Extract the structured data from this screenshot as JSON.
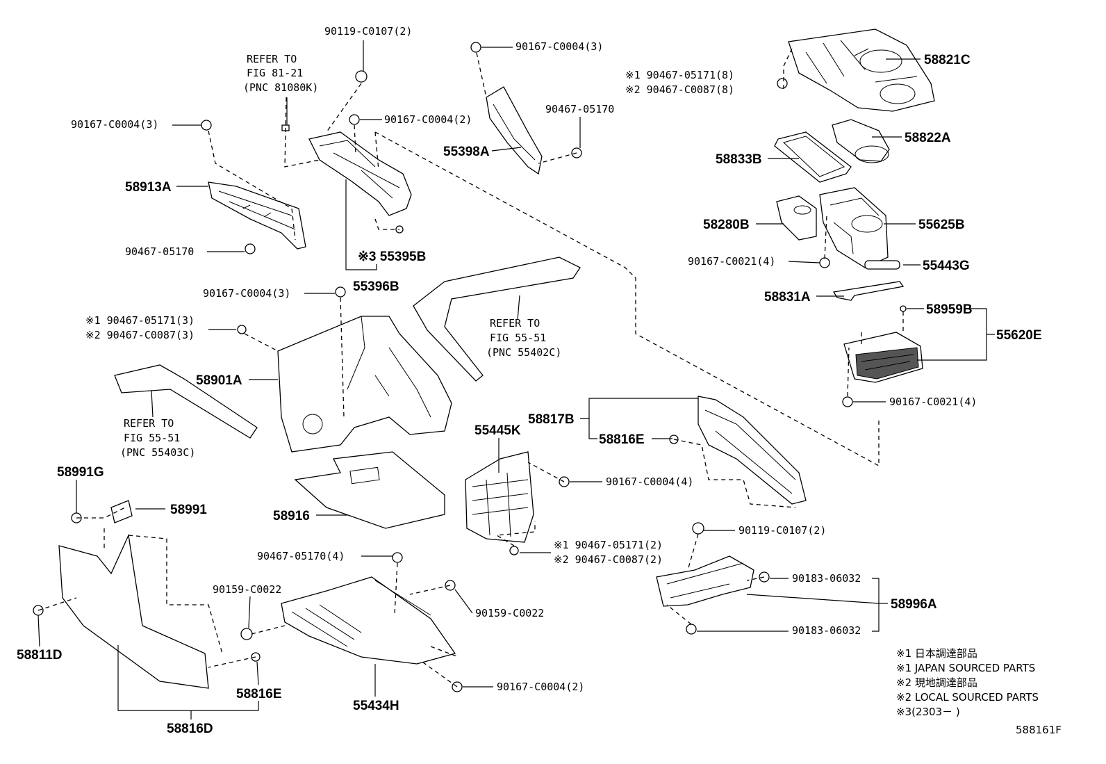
{
  "callouts": [
    {
      "id": "c01",
      "text": "90119-C0107(2)"
    },
    {
      "id": "c02",
      "text": "REFER TO"
    },
    {
      "id": "c03",
      "text": "FIG 81-21"
    },
    {
      "id": "c04",
      "text": "(PNC 81080K)"
    },
    {
      "id": "c05",
      "text": "90167-C0004(3)"
    },
    {
      "id": "c06",
      "text": "90467-05170"
    },
    {
      "id": "c07",
      "text": "※1 90467-05171(8)"
    },
    {
      "id": "c08",
      "text": "※2 90467-C0087(8)"
    },
    {
      "id": "c09",
      "text": "58821C"
    },
    {
      "id": "c10",
      "text": "90167-C0004(3)"
    },
    {
      "id": "c11",
      "text": "90167-C0004(2)"
    },
    {
      "id": "c12",
      "text": "55398A"
    },
    {
      "id": "c13",
      "text": "58822A"
    },
    {
      "id": "c14",
      "text": "58833B"
    },
    {
      "id": "c15",
      "text": "58913A"
    },
    {
      "id": "c16",
      "text": "58280B"
    },
    {
      "id": "c17",
      "text": "55625B"
    },
    {
      "id": "c18",
      "text": "90467-05170"
    },
    {
      "id": "c19",
      "text": "※3 55395B"
    },
    {
      "id": "c20",
      "text": "90167-C0021(4)"
    },
    {
      "id": "c21",
      "text": "55443G"
    },
    {
      "id": "c22",
      "text": "55396B"
    },
    {
      "id": "c23",
      "text": "58831A"
    },
    {
      "id": "c24",
      "text": "90167-C0004(3)"
    },
    {
      "id": "c25",
      "text": "58959B"
    },
    {
      "id": "c26",
      "text": "REFER TO"
    },
    {
      "id": "c27",
      "text": "FIG 55-51"
    },
    {
      "id": "c28",
      "text": "(PNC 55402C)"
    },
    {
      "id": "c29",
      "text": "※1 90467-05171(3)"
    },
    {
      "id": "c30",
      "text": "※2 90467-C0087(3)"
    },
    {
      "id": "c31",
      "text": "55620E"
    },
    {
      "id": "c32",
      "text": "58901A"
    },
    {
      "id": "c33",
      "text": "90167-C0021(4)"
    },
    {
      "id": "c34",
      "text": "REFER TO"
    },
    {
      "id": "c35",
      "text": "FIG 55-51"
    },
    {
      "id": "c36",
      "text": "(PNC 55403C)"
    },
    {
      "id": "c37",
      "text": "58817B"
    },
    {
      "id": "c38",
      "text": "55445K"
    },
    {
      "id": "c39",
      "text": "58816E"
    },
    {
      "id": "c40",
      "text": "58991G"
    },
    {
      "id": "c41",
      "text": "90167-C0004(4)"
    },
    {
      "id": "c42",
      "text": "58991"
    },
    {
      "id": "c43",
      "text": "58916"
    },
    {
      "id": "c44",
      "text": "90119-C0107(2)"
    },
    {
      "id": "c45",
      "text": "※1 90467-05171(2)"
    },
    {
      "id": "c46",
      "text": "※2 90467-C0087(2)"
    },
    {
      "id": "c47",
      "text": "90467-05170(4)"
    },
    {
      "id": "c48",
      "text": "90183-06032"
    },
    {
      "id": "c49",
      "text": "90159-C0022"
    },
    {
      "id": "c50",
      "text": "58996A"
    },
    {
      "id": "c51",
      "text": "90159-C0022"
    },
    {
      "id": "c52",
      "text": "58811D"
    },
    {
      "id": "c53",
      "text": "90183-06032"
    },
    {
      "id": "c54",
      "text": "58816E"
    },
    {
      "id": "c55",
      "text": "90167-C0004(2)"
    },
    {
      "id": "c56",
      "text": "55434H"
    },
    {
      "id": "c57",
      "text": "58816D"
    }
  ],
  "legend": [
    "※1 日本調達部品",
    "※1 JAPAN SOURCED PARTS",
    "※2 現地調達部品",
    "※2 LOCAL SOURCED PARTS",
    "※3(2303－        )"
  ],
  "figure_code": "588161F"
}
